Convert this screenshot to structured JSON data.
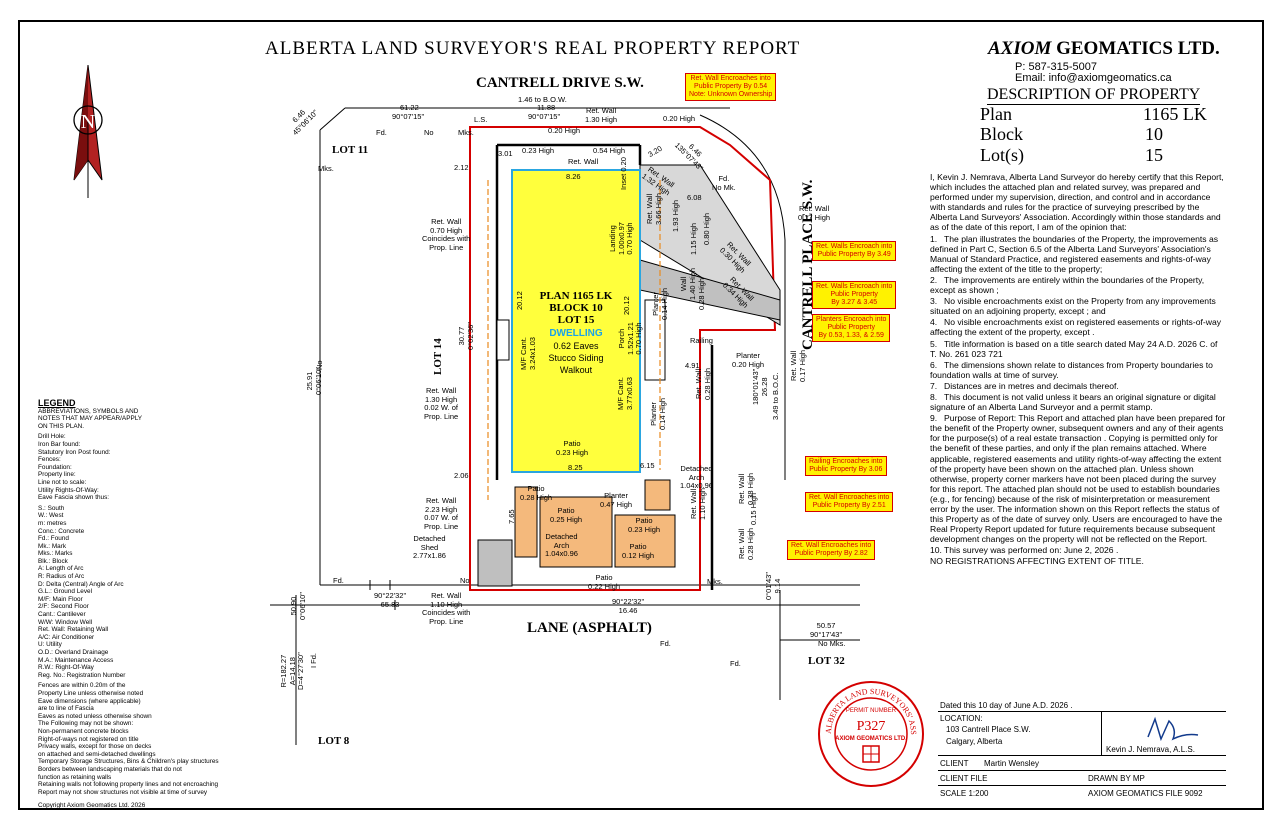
{
  "header": {
    "title": "ALBERTA LAND SURVEYOR'S REAL PROPERTY REPORT",
    "company_italic": "AXIOM",
    "company_rest": "GEOMATICS LTD.",
    "phone": "P: 587-315-5007",
    "email": "Email: info@axiomgeomatics.ca"
  },
  "description": {
    "heading": "DESCRIPTION OF PROPERTY",
    "plan_label": "Plan",
    "plan_value": "1165 LK",
    "block_label": "Block",
    "block_value": "10",
    "lot_label": "Lot(s)",
    "lot_value": "15"
  },
  "certification": {
    "intro": "I, Kevin J. Nemrava, Alberta Land Surveyor do hereby certify that this Report, which includes the attached plan and related survey, was prepared and performed under my supervision, direction, and control and in accordance with standards and rules for the practice of surveying prescribed by the Alberta Land Surveyors' Association. Accordingly within those standards and as of the date of this report, I am of the opinion that:",
    "items": [
      {
        "n": "1.",
        "text": "The plan illustrates the boundaries of the Property, the improvements as defined in Part C, Section 6.5 of the Alberta Land Surveyors' Association's Manual of Standard Practice, and registered easements and rights-of-way affecting the extent of the title to the property;"
      },
      {
        "n": "2.",
        "text": "The improvements are entirely within the boundaries of the Property, except as shown ;"
      },
      {
        "n": "3.",
        "text": "No visible encroachments exist on the Property from any improvements situated on an adjoining property, except ; and"
      },
      {
        "n": "4.",
        "text": "No visible encroachments exist on registered easements or rights-of-way affecting the extent of the property, except ."
      },
      {
        "n": "5.",
        "text": "Title information is based on a title search dated May 24 A.D. 2026 C. of T. No. 261 023 721"
      },
      {
        "n": "6.",
        "text": "The dimensions shown relate to distances from Property boundaries to foundation walls at time of survey."
      },
      {
        "n": "7.",
        "text": "Distances are in metres and decimals thereof."
      },
      {
        "n": "8.",
        "text": "This document is not valid unless it bears an original signature or digital signature of an Alberta Land Surveyor and a permit stamp."
      },
      {
        "n": "9.",
        "text": "Purpose of Report: This Report and attached plan have been prepared for the benefit of the Property owner, subsequent owners and any of their agents for the purpose(s) of a real estate transaction . Copying is permitted only for the benefit of these parties, and only if the plan remains attached. Where applicable, registered easements and utility rights-of-way affecting the extent of the property have been shown on the attached plan. Unless shown otherwise, property corner markers have not been placed during the survey for this report. The attached plan should not be used to establish boundaries (e.g., for fencing) because of the risk of misinterpretation or measurement error by the user. The information shown on this Report reflects the status of this Property as of the date of survey only. Users are encouraged to have the Real Property Report updated for future requirements because subsequent development changes on the property will not be reflected on the Report."
      },
      {
        "n": "10.",
        "text": "This survey was performed on: June 2, 2026 ."
      }
    ],
    "no_reg": "NO REGISTRATIONS AFFECTING EXTENT OF TITLE."
  },
  "streets": {
    "cantrell_drive": "CANTRELL DRIVE S.W.",
    "cantrell_place": "CANTRELL PLACE S.W.",
    "lane": "LANE (ASPHALT)"
  },
  "lots": {
    "lot11": "LOT 11",
    "lot14": "LOT 14",
    "lot32": "LOT 32",
    "lot8": "LOT 8"
  },
  "parcel": {
    "plan": "PLAN 1165 LK",
    "block": "BLOCK 10",
    "lot": "LOT 15",
    "dwelling": "DWELLING",
    "eaves": "0.62 Eaves",
    "siding": "Stucco Siding",
    "walkout": "Walkout"
  },
  "red_notes": [
    "Ret. Wall Encroaches into\nPublic Property By 0.54\nNote: Unknown Ownership",
    "Ret. Walls Encroach into\nPublic Property By 3.49",
    "Ret. Walls Encroach into\nPublic Property\nBy 3.27 & 3.45",
    "Planters Encroach into\nPublic Property\nBy 0.53, 1.33, & 2.59",
    "Railing Encroaches into\nPublic Property By 3.06",
    "Ret. Wall Encroaches into\nPublic Property By 2.51",
    "Ret. Wall Encroaches into\nPublic Property By 2.82"
  ],
  "labels": {
    "d_1_46": "1.46 to B.O.W.",
    "d_61_22": "61.22",
    "b_90_07_15": "90°07'15\"",
    "d_11_88": "11.88",
    "b_90_07_15b": "90°07'15\"",
    "retwall_130": "Ret. Wall\n1.30 High",
    "ls": "L.S.",
    "h_020": "0.20 High",
    "h_020b": "0.20 High",
    "h_023": "0.23 High",
    "h_054": "0.54 High",
    "retwall": "Ret. Wall",
    "d_646a": "6.46\n45°06'10\"",
    "d_646b": "6.46\n135°07'43\"",
    "d_320": "3.20",
    "retwall_132": "Ret. Wall\n1.32 High",
    "fd_nomk": "Fd.\nNo Mk.",
    "d_608": "6.08",
    "fd1": "Fd.",
    "no1": "No",
    "mks1": "Mks.",
    "mks_v": "Mks.",
    "d_301": "3.01",
    "d_212": "2.12",
    "d_826": "8.26",
    "inset_020": "Inset 0.20",
    "retwall_017": "Ret. Wall\n0.17 High",
    "rw_366": "Ret. Wall\n3.66 High",
    "h_193": "1.93 High",
    "h_115": "1.15 High",
    "h_080": "0.80 High",
    "rw_030": "Ret. Wall\n0.30 High",
    "rw_034": "Ret. Wall\n0.34 High",
    "rw_070": "Ret. Wall\n0.70 High\nCoincides with\nProp. Line",
    "landing": "Landing\n1.00x0.97\n0.70 High",
    "wall_140": "Wall\n1.40 High",
    "h_028": "0.28 High",
    "planter_014": "Planter\n0.14 High",
    "railing": "Railing",
    "d_2012a": "20.12",
    "d_2012b": "20.12",
    "d_3077": "30.77\n0°02'36\"",
    "d_2591": "25.91\n0°06'10\"",
    "no_v": "No",
    "mf_cant1": "M/F Cant.\n3.24x1.03",
    "porch": "Porch\n1.52x1.21\n0.70 High",
    "mf_cant2": "M/F Cant.\n3.77x0.63",
    "planter_020": "Planter\n0.20 High",
    "d_491": "4.91",
    "rw_028": "Ret. Wall\n0.28 High",
    "d_180": "180°01'43\"\n26.28",
    "d_349": "3.49 to B.O.C.",
    "rw_017b": "Ret. Wall\n0.17 High",
    "rw_130_w": "Ret. Wall\n1.30 High\n0.02 W. of\nProp. Line",
    "patio_023": "Patio\n0.23 High",
    "d_825": "8.25",
    "planter_014b": "Planter\n0.14 High",
    "d_615": "6.15",
    "det_arch1": "Detached\nArch\n1.04x0.96",
    "d_206": "2.06",
    "rw_223": "Ret. Wall\n2.23 High\n0.07 W. of\nProp. Line",
    "patio_028": "Patio\n0.28 High",
    "planter_047": "Planter\n0.47 High",
    "patio_025": "Patio\n0.25 High",
    "det_arch2": "Detached\nArch\n1.04x0.96",
    "patio_023b": "Patio\n0.23 High",
    "patio_012": "Patio\n0.12 High",
    "d_765": "7.65",
    "shed": "Detached\nShed\n2.77x1.86",
    "rw_038": "Ret. Wall\n0.38 High",
    "h_015": "0.15 High",
    "rw_110": "Ret. Wall\n1.10 High",
    "rw_028b": "Ret. Wall\n0.28 High",
    "patio_022": "Patio\n0.22 High",
    "fd2": "Fd.",
    "no2": "No",
    "mks2": "Mks.",
    "d_6583": "90°22'32\"\n65.83",
    "rw_110b": "Ret. Wall\n1.10 High\nCoincides with\nProp. Line",
    "d_1646": "90°22'32\"\n16.46",
    "d_914": "0°01'43\"\n9.14",
    "d_5057": "50.57\n90°17'43\"",
    "fd3": "Fd.",
    "no_mks": "No Mks.",
    "fd4": "Fd.",
    "d_5090": "50.90\n0°06'10\"",
    "fd_v": "I Fd.",
    "arc": "R=182.27\nA=14.18\nD=4°27'30\""
  },
  "legend": {
    "heading": "LEGEND",
    "subheading": "ABBREVIATIONS, SYMBOLS AND NOTES THAT MAY APPEAR/APPLY ON THIS PLAN.",
    "symbols": [
      "Drill Hole:",
      "Iron Bar found:",
      "Statutory Iron Post found:",
      "Fences:",
      "Foundation:",
      "Property line:",
      "Line not to scale:",
      "Utility Rights-Of-Way:",
      "Eave Fascia shown thus:"
    ],
    "abbrevs": [
      "S.: South",
      "W.: West",
      "m: metres",
      "Conc.: Concrete",
      "Fd.: Found",
      "Mk.: Mark",
      "Mks.: Marks",
      "Blk.: Block",
      "A: Length of Arc",
      "R: Radius of Arc",
      "D: Delta (Central) Angle of Arc",
      "G.L.: Ground Level",
      "M/F: Main Floor",
      "2/F: Second Floor",
      "Cant.: Cantilever",
      "W/W: Window Well",
      "Ret. Wall: Retaining Wall",
      "A/C: Air Conditioner",
      "U: Utility",
      "O.D.: Overland Drainage",
      "M.A.: Maintenance Access",
      "R.W.: Right-Of-Way",
      "Reg. No.: Registration Number"
    ],
    "notes": [
      "Fences are within 0.20m of the",
      "Property Line unless otherwise noted",
      "Eave dimensions (where applicable)",
      "are to line of Fascia",
      "Eaves as noted unless otherwise shown",
      "The Following may not be shown:",
      "Non-permanent concrete blocks",
      "Right-of-ways not registered on title",
      "Privacy walls, except for those on decks",
      "on attached and semi-detached dwellings",
      "Temporary Storage Structures, Bins & Children's play structures",
      "Borders between landscaping materials that do not",
      "function as retaining walls",
      "Retaining walls not following property lines and not encroaching",
      "Report may not show structures not visible at time of survey"
    ],
    "copyright": "Copyright Axiom Geomatics Ltd. 2026"
  },
  "stamp": {
    "ring_top": "ALBERTA LAND SURVEYORS' ASSOCIATION",
    "permit": "PERMIT NUMBER",
    "number": "P327",
    "company": "AXIOM\nGEOMATICS LTD."
  },
  "titleblock": {
    "dated": "Dated this  10  day of  June          A.D. 2026 .",
    "location_label": "LOCATION:",
    "address1": "103 Cantrell Place S.W.",
    "address2": "Calgary, Alberta",
    "surveyor": "Kevin J. Nemrava, A.L.S.",
    "client_label": "CLIENT",
    "client": "Martin Wensley",
    "client_file": "CLIENT FILE",
    "drawn_by": "DRAWN BY   MP",
    "scale": "SCALE 1:200",
    "file": "AXIOM GEOMATICS FILE 9092"
  },
  "north": "N"
}
